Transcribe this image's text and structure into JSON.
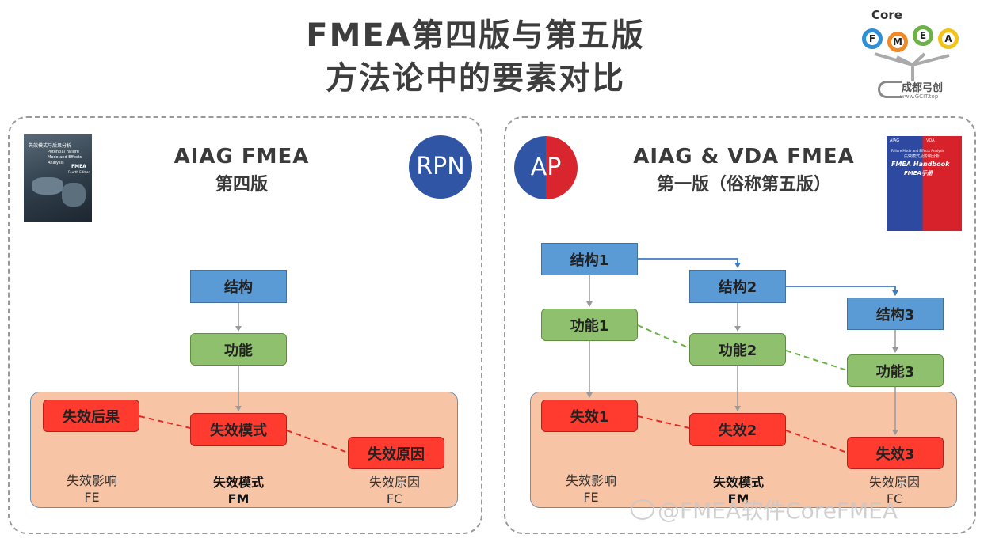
{
  "title": {
    "line1": "FMEA第四版与第五版",
    "line2": "方法论中的要素对比"
  },
  "logo": {
    "core": "Core",
    "letters": [
      "F",
      "M",
      "E",
      "A"
    ],
    "brand": "成都弓创",
    "url": "www.GCIT.top"
  },
  "left_panel": {
    "book_cover": {
      "cn_title": "失效模式与后果分析",
      "en_title": "Potential Failure Mode and Effects Analysis",
      "fmea": "FMEA",
      "edition": "Fourth Edition"
    },
    "heading": "AIAG FMEA",
    "subheading": "第四版",
    "badge": "RPN",
    "nodes": {
      "structure": "结构",
      "function": "功能",
      "effect": "失效后果",
      "mode": "失效模式",
      "cause": "失效原因"
    },
    "labels": [
      {
        "name": "失效影响",
        "abbr": "FE"
      },
      {
        "name": "失效模式",
        "abbr": "FM"
      },
      {
        "name": "失效原因",
        "abbr": "FC"
      }
    ]
  },
  "right_panel": {
    "badge": "AP",
    "heading": "AIAG & VDA FMEA",
    "subheading": "第一版（俗称第五版）",
    "book_cover": {
      "aiag": "AIAG",
      "vda": "VDA",
      "en_title": "Failure Mode and Effects Analysis",
      "cn_title": "失效模式及影响分析",
      "handbook": "FMEA Handbook",
      "handbook_cn": "FMEA手册"
    },
    "nodes": {
      "s1": "结构1",
      "s2": "结构2",
      "s3": "结构3",
      "f1": "功能1",
      "f2": "功能2",
      "f3": "功能3",
      "x1": "失效1",
      "x2": "失效2",
      "x3": "失效3"
    },
    "labels": [
      {
        "name": "失效影响",
        "abbr": "FE"
      },
      {
        "name": "失效模式",
        "abbr": "FM"
      },
      {
        "name": "失效原因",
        "abbr": "FC"
      }
    ]
  },
  "watermark": "@FMEA软件CoreFMEA",
  "colors": {
    "structure": "#5b9bd5",
    "function": "#8fc06d",
    "failure": "#ff3b30",
    "zone": "#f7c4a5",
    "rpn": "#2f55a4",
    "ap_left": "#2f55a4",
    "ap_right": "#d9262e"
  }
}
